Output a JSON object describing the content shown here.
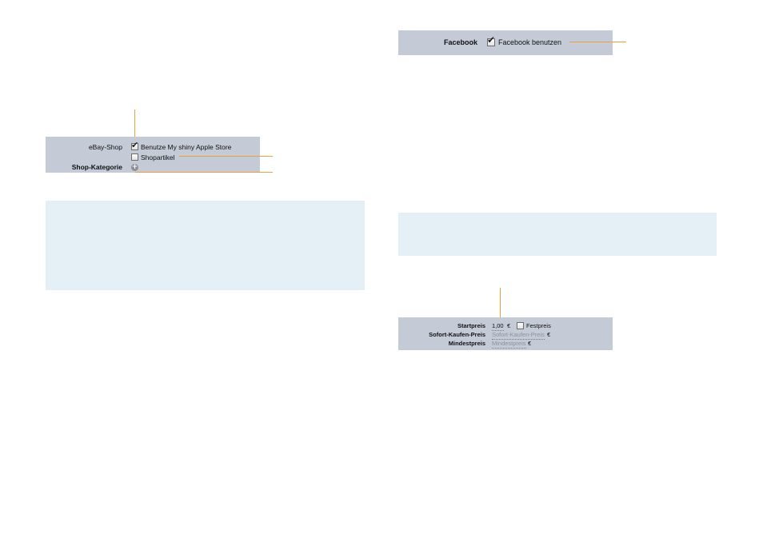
{
  "ebay_shop": {
    "label_shop": "eBay-Shop",
    "use_store_label": "Benutze My shiny Apple Store",
    "use_store_checked": true,
    "shop_article_label": "Shopartikel",
    "shop_article_checked": false,
    "label_category": "Shop-Kategorie",
    "add_icon": "plus-circle-icon",
    "check_glyph": "✔"
  },
  "facebook": {
    "label": "Facebook",
    "use_label": "Facebook benutzen",
    "use_checked": true,
    "check_glyph": "✔"
  },
  "pricing": {
    "start_label": "Startpreis",
    "start_value": "1,00",
    "start_currency": "€",
    "fixed_label": "Festpreis",
    "fixed_checked": false,
    "buy_now_label": "Sofort-Kaufen-Preis",
    "buy_now_placeholder": "Sofort-Kaufen-Preis",
    "buy_now_currency": "€",
    "min_label": "Mindestpreis",
    "min_placeholder": "Mindestpreis",
    "min_currency": "€"
  },
  "colors": {
    "panel": "#c5cad7",
    "note": "#e5eff6",
    "callout": "#f0a040"
  }
}
